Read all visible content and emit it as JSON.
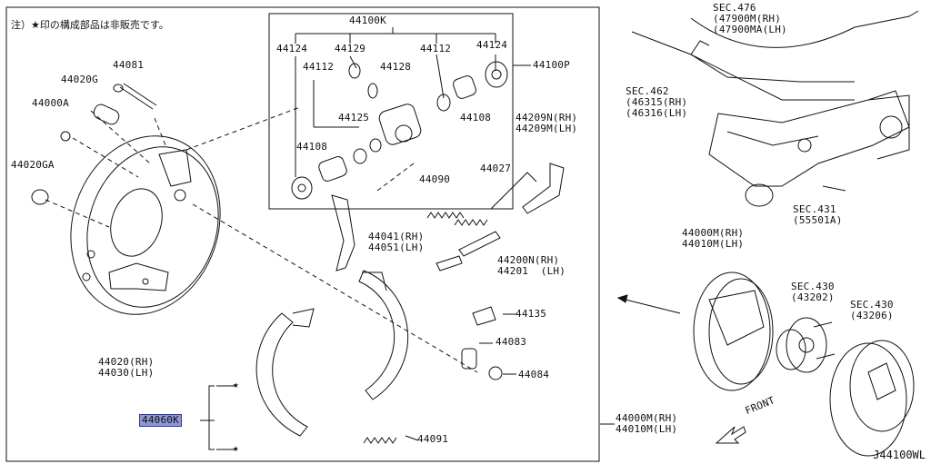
{
  "note": "注）★印の構成部品は非販売です。",
  "drawing_code": "J44100WL",
  "front_label": "FRONT",
  "parts": {
    "p44100K": "44100K",
    "p44124a": "44124",
    "p44129": "44129",
    "p44112a": "44112",
    "p44128": "44128",
    "p44112b": "44112",
    "p44124b": "44124",
    "p44100P": "44100P",
    "p44081": "44081",
    "p44020G": "44020G",
    "p44000A": "44000A",
    "p44125": "44125",
    "p44108a": "44108",
    "p44108b": "44108",
    "p44209": "44209N(RH)\n44209M(LH)",
    "p44020GA": "44020GA",
    "p44090": "44090",
    "p44027": "44027",
    "p44041": "44041(RH)\n44051(LH)",
    "p44200": "44200N(RH)\n44201  (LH)",
    "p44135": "44135",
    "p44083": "44083",
    "p44084": "44084",
    "p44020": "44020(RH)\n44030(LH)",
    "p44060K": "44060K",
    "p44091": "44091",
    "p44000M_main": "44000M(RH)\n44010M(LH)",
    "sec476": "SEC.476\n(47900M(RH)\n(47900MA(LH)",
    "sec462": "SEC.462\n(46315(RH)\n(46316(LH)",
    "sec431": "SEC.431\n(55501A)",
    "p44000M_side": "44000M(RH)\n44010M(LH)",
    "sec430a": "SEC.430\n(43202)",
    "sec430b": "SEC.430\n(43206)"
  },
  "stars": [
    "★",
    "★"
  ]
}
